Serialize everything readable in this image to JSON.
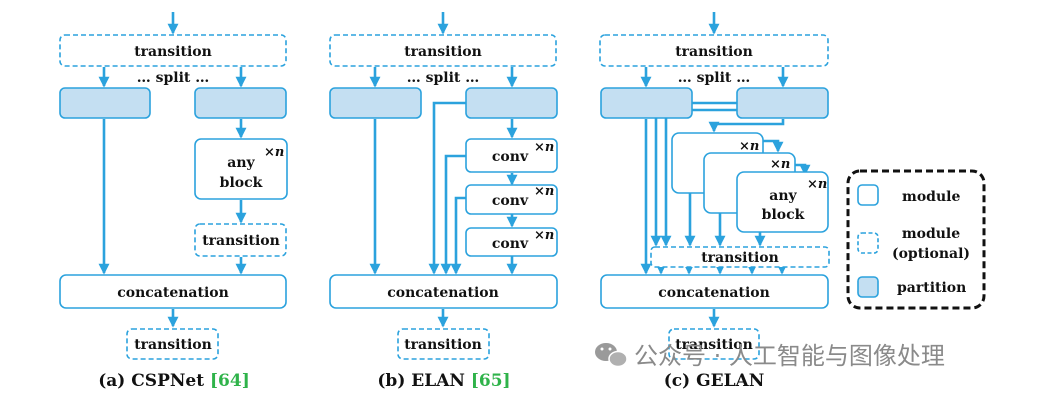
{
  "colors": {
    "line": "#2ba2dd",
    "partition_fill": "#c4dff2",
    "caption_ref": "#2fb34a",
    "legend_border": "#111111"
  },
  "labels": {
    "transition": "transition",
    "split": "… split …",
    "concatenation": "concatenation",
    "any": "any",
    "block": "block",
    "conv": "conv",
    "times": "×",
    "n": "n"
  },
  "captions": {
    "a": {
      "prefix": "(a) CSPNet ",
      "ref": "[64]"
    },
    "b": {
      "prefix": "(b) ELAN ",
      "ref": "[65]"
    },
    "c": {
      "prefix": "(c) GELAN",
      "ref": ""
    }
  },
  "legend": {
    "module": "module",
    "optional_module_line1": "module",
    "optional_module_line2": "(optional)",
    "partition": "partition"
  },
  "watermark": {
    "icon": "wechat-icon",
    "text": "公众号 · 人工智能与图像处理"
  }
}
